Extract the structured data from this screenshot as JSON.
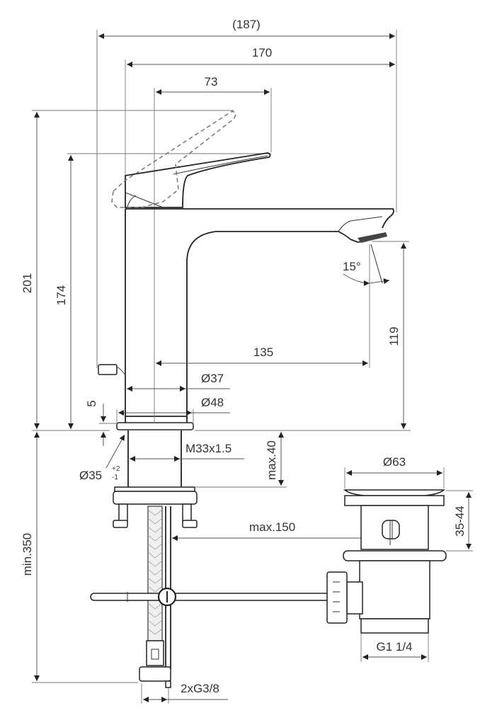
{
  "drawing": {
    "title": "Basin mixer dimensional drawing",
    "units": "mm",
    "line_color": "#222222",
    "dimension_color": "#555555",
    "background": "#ffffff"
  },
  "dimensions": {
    "overall_depth": "(187)",
    "spout_projection_total": "170",
    "lever_reach": "73",
    "overall_height": "201",
    "lever_height": "174",
    "spout_reach": "135",
    "body_diameter": "Ø37",
    "base_diameter": "Ø48",
    "base_height": "5",
    "hole_diameter": "Ø35",
    "hole_tol_plus": "+2",
    "hole_tol_minus": "-1",
    "thread": "M33x1.5",
    "max_deck": "max.40",
    "outlet_height": "119",
    "outlet_angle": "15°",
    "min_hose": "min.350",
    "max_rod": "max.150",
    "connections": "2xG3/8",
    "waste_diameter": "Ø63",
    "waste_height": "35-44",
    "waste_thread": "G1 1/4"
  }
}
